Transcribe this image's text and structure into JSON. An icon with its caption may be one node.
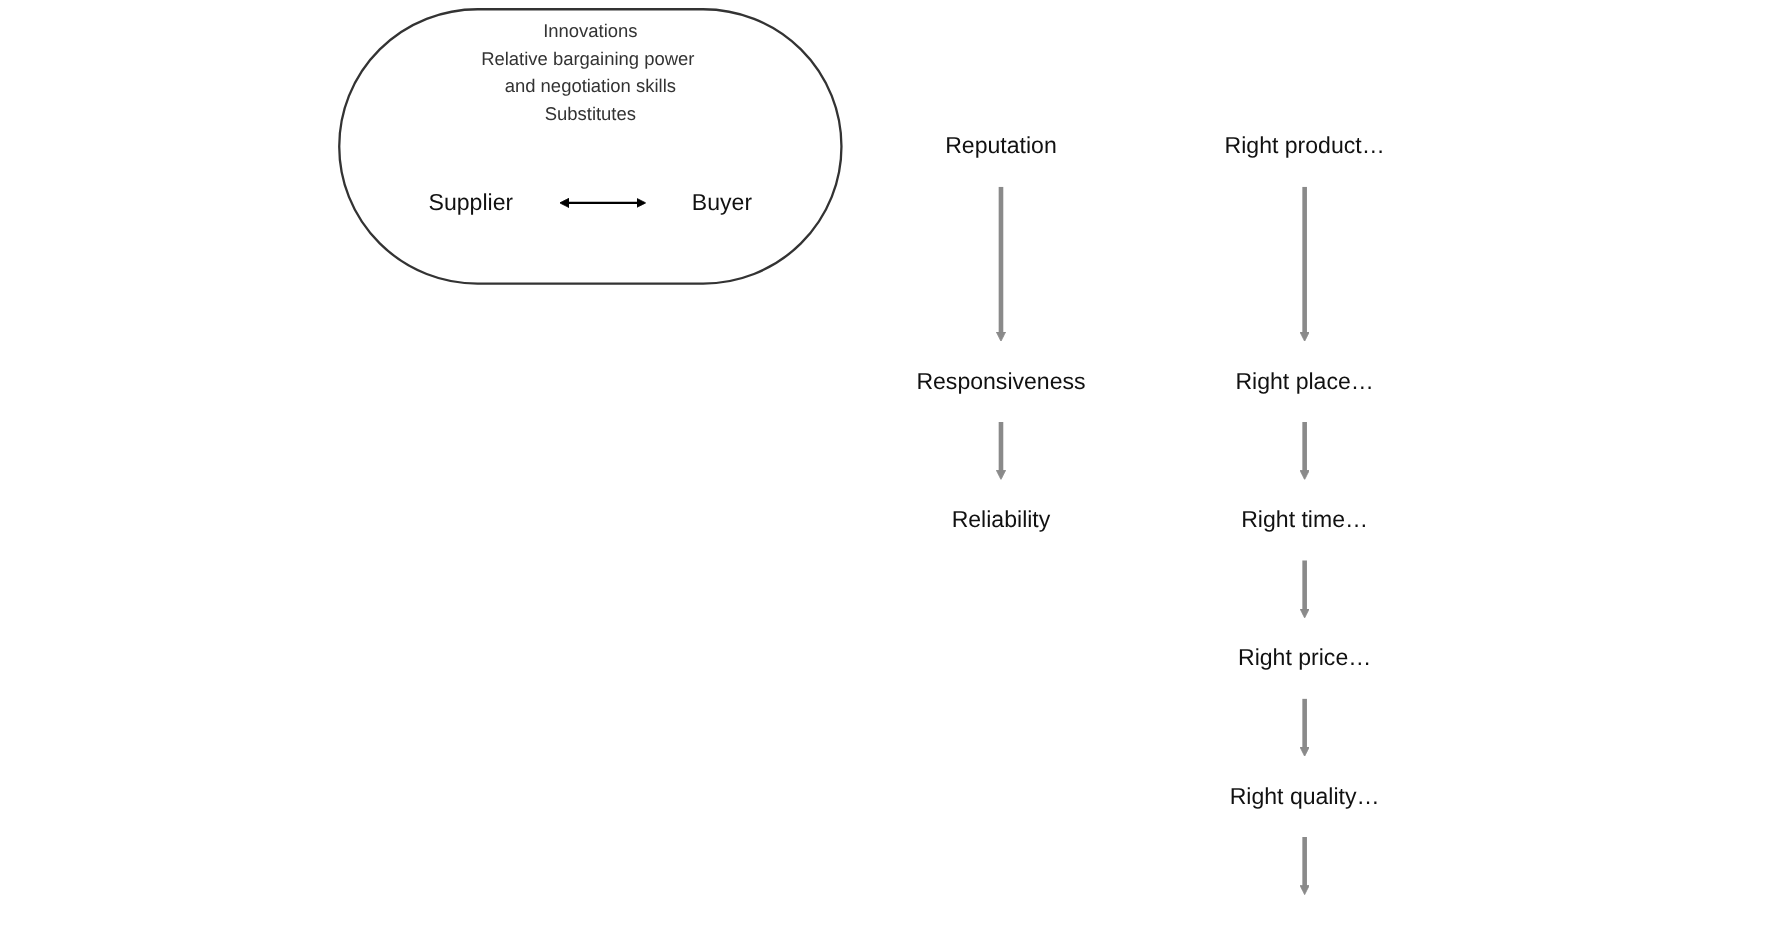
{
  "diagram": {
    "nodes": [
      {
        "text": [
          "Reputation"
        ]
      },
      {
        "text": [
          "Responsiveness"
        ]
      },
      {
        "text": [
          "Reliability"
        ]
      },
      {
        "text": [
          "Innovations",
          "Relative bargaining power and negotiation skills",
          "Substitutes"
        ]
      },
      {
        "text": [
          "Supplier"
        ],
        "in": 3
      },
      {
        "text": [
          "Buyer"
        ],
        "in": 3
      },
      {
        "text": [
          "Right product…"
        ]
      },
      {
        "text": [
          "Right place…"
        ]
      },
      {
        "text": [
          "Right time…"
        ]
      },
      {
        "text": [
          "Right price…"
        ]
      },
      {
        "text": [
          "Right quality…"
        ]
      }
    ],
    "edges": [
      {
        "from": 0,
        "to": 1,
        "arrow": "to"
      },
      {
        "from": 1,
        "to": 2,
        "arrow": "to"
      },
      {
        "from": 4,
        "to": 5,
        "arrow": "both",
        "color": "#000000"
      },
      {
        "from": 6,
        "to": 7,
        "arrow": "to"
      },
      {
        "from": 7,
        "to": 8,
        "arrow": "to"
      },
      {
        "from": 8,
        "to": 9,
        "arrow": "to"
      },
      {
        "from": 9,
        "to": 10,
        "arrow": "to"
      },
      {
        "from": 10,
        "to": null,
        "arrow": "to"
      }
    ]
  }
}
